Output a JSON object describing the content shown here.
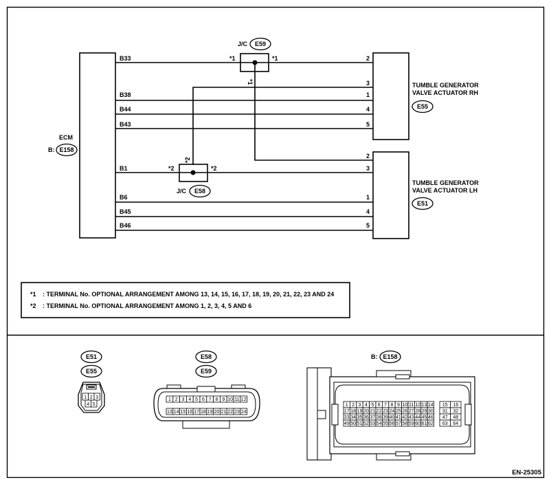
{
  "ecm": {
    "title": "ECM",
    "prefix": "B:",
    "connector": "E158"
  },
  "jc_top": {
    "label": "J/C",
    "connector": "E59",
    "marker": "*1"
  },
  "jc_bottom": {
    "label": "J/C",
    "connector": "E58",
    "marker": "*2"
  },
  "actuator_rh": {
    "line1": "TUMBLE GENERATOR",
    "line2": "VALVE ACTUATOR RH",
    "connector": "E55"
  },
  "actuator_lh": {
    "line1": "TUMBLE GENERATOR",
    "line2": "VALVE ACTUATOR LH",
    "connector": "E51"
  },
  "wires": {
    "ecm_pins": [
      "B33",
      "B38",
      "B44",
      "B43",
      "B1",
      "B6",
      "B45",
      "B46"
    ],
    "rh_pins": [
      "2",
      "3",
      "1",
      "4",
      "5"
    ],
    "lh_pins": [
      "2",
      "3",
      "1",
      "4",
      "5"
    ]
  },
  "notes": [
    {
      "marker": "*1",
      "text": ": TERMINAL No. OPTIONAL ARRANGEMENT AMONG 13, 14, 15, 16, 17, 18, 19, 20, 21, 22, 23 AND 24"
    },
    {
      "marker": "*2",
      "text": ": TERMINAL No. OPTIONAL ARRANGEMENT AMONG 1, 2, 3, 4, 5 AND 6"
    }
  ],
  "connector_views": {
    "small": {
      "ids": [
        "E51",
        "E55"
      ],
      "terminals": [
        "1",
        "2",
        "3",
        "4",
        "5"
      ]
    },
    "medium": {
      "ids": [
        "E58",
        "E59"
      ],
      "row1": [
        "1",
        "2",
        "3",
        "4",
        "5",
        "6",
        "7",
        "8",
        "9",
        "10",
        "11",
        "12"
      ],
      "row2": [
        "13",
        "14",
        "15",
        "16",
        "17",
        "18",
        "19",
        "20",
        "21",
        "22",
        "23",
        "24"
      ]
    },
    "large": {
      "prefix": "B:",
      "id": "E158",
      "rows": [
        [
          "1",
          "2",
          "3",
          "4",
          "5",
          "6",
          "7",
          "8",
          "9",
          "10",
          "11",
          "12",
          "13",
          "14"
        ],
        [
          "17",
          "18",
          "19",
          "20",
          "21",
          "22",
          "23",
          "24",
          "25",
          "26",
          "27",
          "28",
          "29",
          "30"
        ],
        [
          "33",
          "34",
          "35",
          "36",
          "37",
          "38",
          "39",
          "40",
          "41",
          "42",
          "43",
          "44",
          "45",
          "46"
        ],
        [
          "49",
          "50",
          "51",
          "52",
          "53",
          "54",
          "55",
          "56",
          "57",
          "58",
          "59",
          "60",
          "61",
          "62"
        ]
      ],
      "side": [
        [
          "15",
          "16"
        ],
        [
          "31",
          "32"
        ],
        [
          "47",
          "48"
        ],
        [
          "63",
          "64"
        ]
      ]
    }
  },
  "figure_id": "EN-25305"
}
